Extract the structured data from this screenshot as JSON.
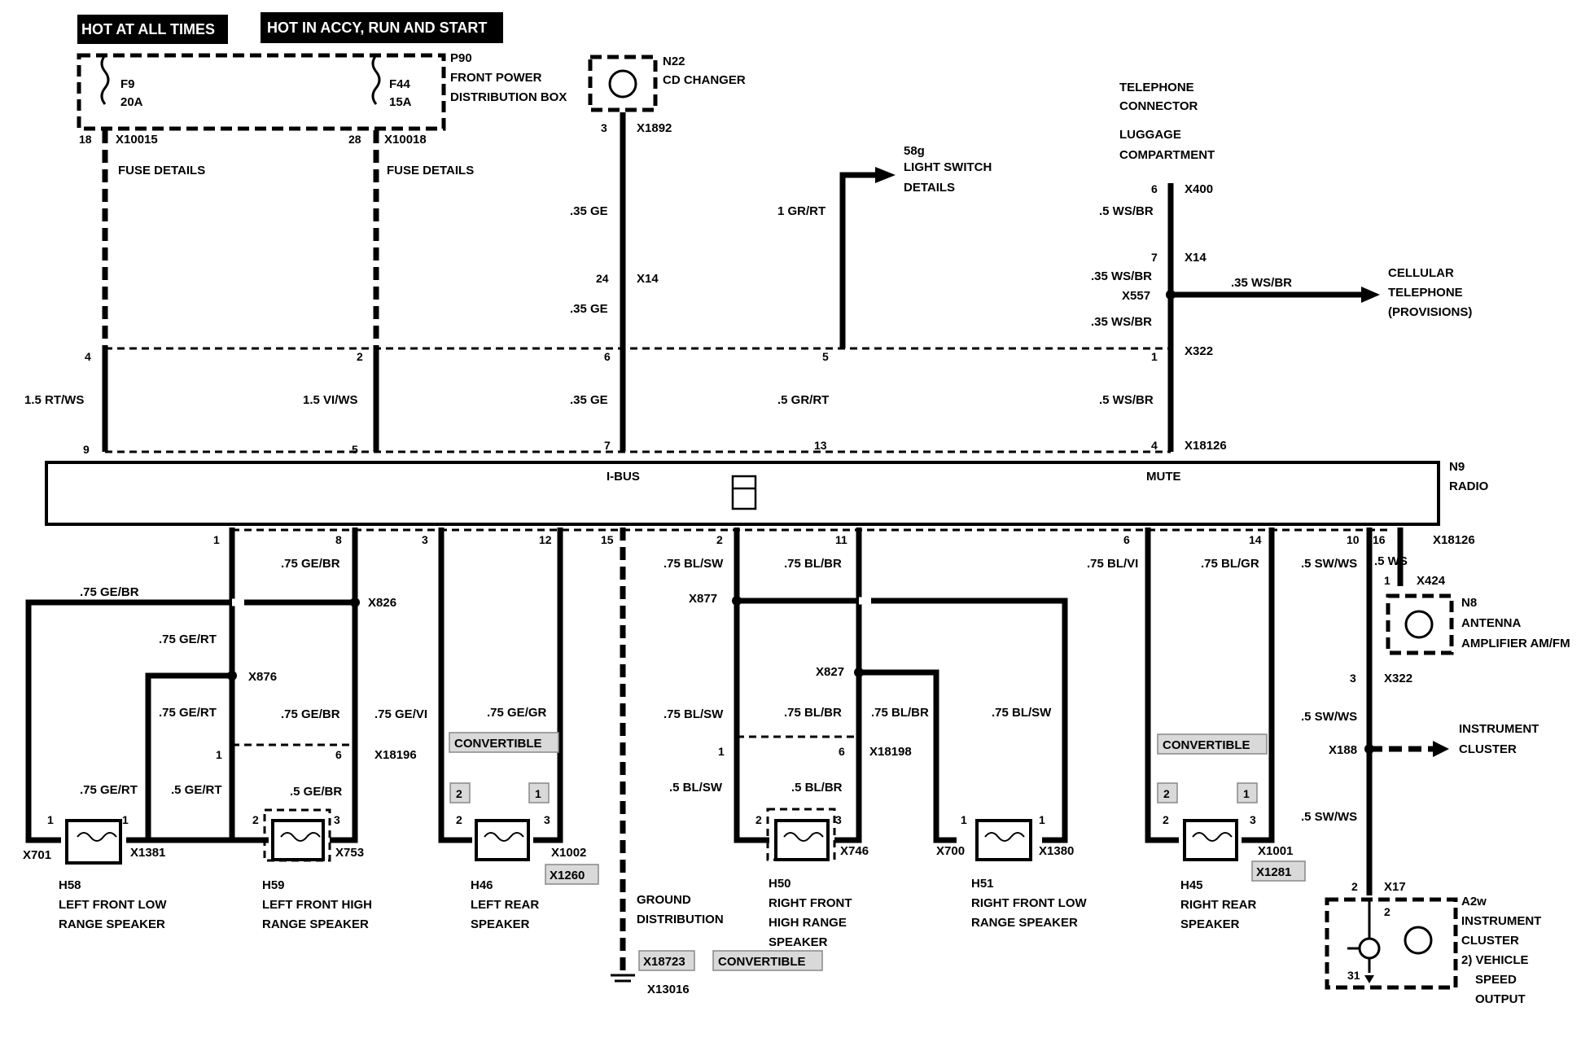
{
  "titles": {
    "hot_at_all_times": "HOT AT ALL TIMES",
    "hot_in_accy": "HOT IN ACCY, RUN AND START"
  },
  "fusebox": {
    "id": "P90",
    "line1": "FRONT POWER",
    "line2": "DISTRIBUTION BOX",
    "f9": "F9",
    "f9_amp": "20A",
    "f44": "F44",
    "f44_amp": "15A",
    "pin18": "18",
    "x10015": "X10015",
    "pin28": "28",
    "x10018": "X10018",
    "fuse_details": "FUSE DETAILS"
  },
  "cd_changer": {
    "id": "N22",
    "name": "CD CHANGER",
    "pin3": "3",
    "x1892": "X1892",
    "w1": ".35 GE",
    "pin24": "24",
    "x14": "X14",
    "w2": ".35 GE"
  },
  "light_switch": {
    "id": "58g",
    "line1": "LIGHT SWITCH",
    "line2": "DETAILS",
    "wire": "1 GR/RT"
  },
  "telephone": {
    "line1": "TELEPHONE",
    "line2": "CONNECTOR",
    "line3": "LUGGAGE",
    "line4": "COMPARTMENT",
    "pin6": "6",
    "x400": "X400",
    "w1": ".5 WS/BR",
    "pin7": "7",
    "x14": "X14",
    "w2": ".35 WS/BR",
    "x557": "X557",
    "w3": ".35 WS/BR",
    "w4": ".35 WS/BR",
    "cell1": "CELLULAR",
    "cell2": "TELEPHONE",
    "cell3": "(PROVISIONS)"
  },
  "x322_row": {
    "p4": "4",
    "p2": "2",
    "p6": "6",
    "p5": "5",
    "p1": "1",
    "x322": "X322"
  },
  "upper_wires": {
    "w1": "1.5 RT/WS",
    "w2": "1.5 VI/WS",
    "w3": ".35 GE",
    "w4": ".5 GR/RT",
    "w5": ".5 WS/BR"
  },
  "x18126_row": {
    "p9": "9",
    "p5": "5",
    "p7": "7",
    "p13": "13",
    "p4": "4",
    "x18126": "X18126"
  },
  "radio": {
    "ibus": "I-BUS",
    "mute": "MUTE",
    "id": "N9",
    "name": "RADIO"
  },
  "lower_pins": {
    "p1": "1",
    "p8": "8",
    "p3": "3",
    "p12": "12",
    "p15": "15",
    "p2": "2",
    "p11": "11",
    "p6": "6",
    "p14": "14",
    "p10": "10",
    "p16": "16",
    "x18126": "X18126"
  },
  "left_side": {
    "w_gebr_top": ".75 GE/BR",
    "w_gebr_8": ".75 GE/BR",
    "x826": "X826",
    "w_gert": ".75 GE/RT",
    "x876": "X876",
    "w_gert2": ".75 GE/RT",
    "w_gebr2": ".75 GE/BR",
    "w_gevi": ".75 GE/VI",
    "w_gegr": ".75 GE/GR",
    "p1": "1",
    "p6": "6",
    "x18196": "X18196",
    "convertible": "CONVERTIBLE",
    "w_gert3": ".75 GE/RT",
    "w_gert4": ".5 GE/RT",
    "w_gebr3": ".5 GE/BR"
  },
  "right_side": {
    "w_blsw": ".75 BL/SW",
    "w_blbr": ".75 BL/BR",
    "x877": "X877",
    "x827": "X827",
    "w_blsw2": ".75 BL/SW",
    "w_blbr2": ".75 BL/BR",
    "w_blbr3": ".75 BL/BR",
    "w_blsw3": ".75 BL/SW",
    "p1": "1",
    "p6": "6",
    "x18198": "X18198",
    "w_blsw4": ".5 BL/SW",
    "w_blbr4": ".5 BL/BR",
    "w_blvi": ".75 BL/VI",
    "w_blgr": ".75 BL/GR",
    "convertible": "CONVERTIBLE",
    "w_swws": ".5 SW/WS",
    "w_ws": ".5 WS"
  },
  "antenna": {
    "p1": "1",
    "x424": "X424",
    "id": "N8",
    "line1": "ANTENNA",
    "line2": "AMPLIFIER AM/FM"
  },
  "cluster_feed": {
    "p3": "3",
    "x322": "X322",
    "w1": ".5 SW/WS",
    "x188": "X188",
    "line1": "INSTRUMENT",
    "line2": "CLUSTER",
    "w2": ".5 SW/WS"
  },
  "cluster": {
    "p2": "2",
    "x17": "X17",
    "id": "A2w",
    "line1": "INSTRUMENT",
    "line2": "CLUSTER",
    "line3": "2)  VEHICLE",
    "line4": "SPEED",
    "line5": "OUTPUT",
    "pin2": "2",
    "pin31": "31"
  },
  "speakers": {
    "h58": {
      "p1a": "1",
      "p1b": "1",
      "xa": "X701",
      "xb": "X1381",
      "id": "H58",
      "l1": "LEFT FRONT LOW",
      "l2": "RANGE SPEAKER"
    },
    "h59": {
      "p2": "2",
      "p3": "3",
      "x": "X753",
      "id": "H59",
      "l1": "LEFT FRONT HIGH",
      "l2": "RANGE SPEAKER"
    },
    "h46": {
      "p2": "2",
      "p3": "3",
      "t2": "2",
      "t1": "1",
      "x1": "X1002",
      "x2": "X1260",
      "id": "H46",
      "l1": "LEFT REAR",
      "l2": "SPEAKER"
    },
    "h50": {
      "p2": "2",
      "p3": "3",
      "x": "X746",
      "id": "H50",
      "l1": "RIGHT FRONT",
      "l2": "HIGH RANGE",
      "l3": "SPEAKER"
    },
    "h51": {
      "p1a": "1",
      "p1b": "1",
      "xa": "X700",
      "xb": "X1380",
      "id": "H51",
      "l1": "RIGHT FRONT LOW",
      "l2": "RANGE SPEAKER"
    },
    "h45": {
      "p2": "2",
      "p3": "3",
      "t2": "2",
      "t1": "1",
      "x1": "X1001",
      "x2": "X1281",
      "id": "H45",
      "l1": "RIGHT REAR",
      "l2": "SPEAKER"
    }
  },
  "ground": {
    "l1": "GROUND",
    "l2": "DISTRIBUTION",
    "x18723": "X18723",
    "convertible": "CONVERTIBLE",
    "x13016": "X13016"
  }
}
